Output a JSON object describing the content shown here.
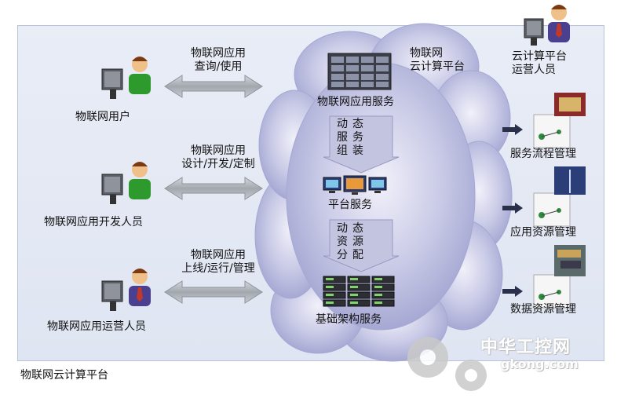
{
  "footer_title": "物联网云计算平台",
  "cloud": {
    "title_line1": "物联网",
    "title_line2": "云计算平台",
    "app_service": "物联网应用服务",
    "dynamic_compose": [
      "动",
      "态",
      "服",
      "务",
      "组",
      "装"
    ],
    "platform_service": "平台服务",
    "dynamic_alloc": [
      "动",
      "态",
      "资",
      "源",
      "分",
      "配"
    ],
    "infra_service": "基础架构服务"
  },
  "left": {
    "rows": [
      {
        "person": "物联网用户",
        "arrow_line1": "物联网应用",
        "arrow_line2": "查询/使用"
      },
      {
        "person": "物联网应用开发人员",
        "arrow_line1": "物联网应用",
        "arrow_line2": "设计/开发/定制"
      },
      {
        "person": "物联网应用运营人员",
        "arrow_line1": "物联网应用",
        "arrow_line2": "上线/运行/管理"
      }
    ]
  },
  "right": {
    "operator_line1": "云计算平台",
    "operator_line2": "运营人员",
    "items": [
      {
        "label": "服务流程管理"
      },
      {
        "label": "应用资源管理"
      },
      {
        "label": "数据资源管理"
      }
    ]
  },
  "watermark": {
    "brand": "中华工控网",
    "domain": "gkong.com"
  },
  "colors": {
    "cloud": "#a9abd6",
    "arrow": "#a5aab3",
    "person_shirt_green": "#2e9a2e",
    "person_shirt_purple": "#4b3f8f",
    "bullet_arrow": "#2a2f4a"
  }
}
